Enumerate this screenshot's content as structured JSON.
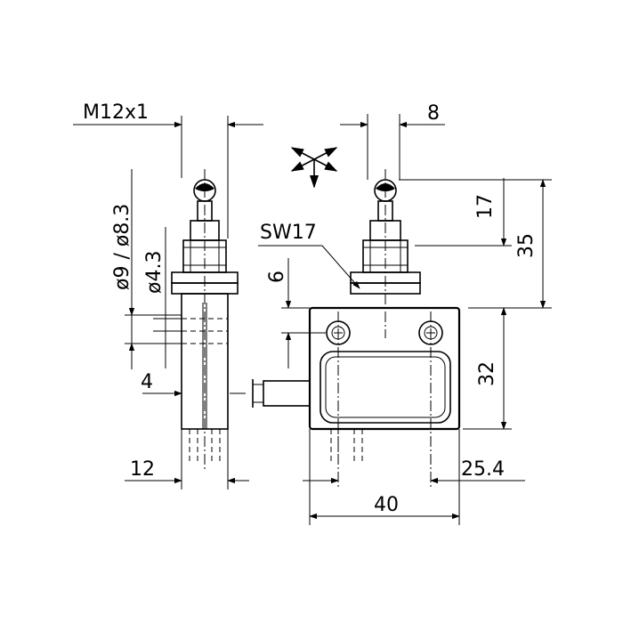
{
  "dimensions": {
    "thread": "M12x1",
    "across_flats": "SW17",
    "ball_width": "8",
    "roller_height": "17",
    "plunger_height": "35",
    "body_height": "32",
    "hole_offset": "6",
    "diameters": "ø9 / ø8.3",
    "hole_diameter": "ø4.3",
    "side_offset": "4",
    "thickness": "12",
    "hole_spacing": "25.4",
    "width": "40"
  },
  "colors": {
    "line": "#000000",
    "background": "#ffffff"
  }
}
